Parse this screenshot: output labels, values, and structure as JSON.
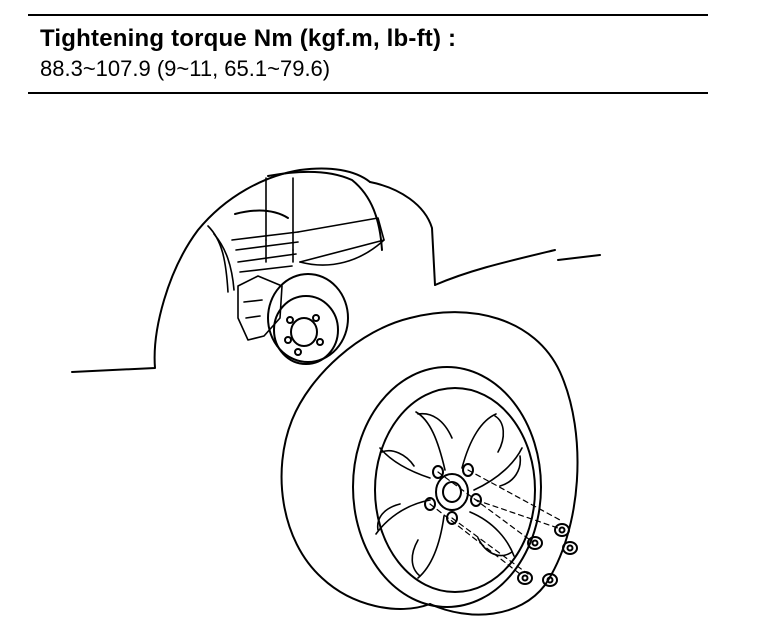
{
  "spec": {
    "title": "Tightening torque Nm (kgf.m, lb-ft) :",
    "value": "88.3~107.9 (9~11, 65.1~79.6)"
  },
  "figure": {
    "subject": "wheel-installation-illustration",
    "lug_nut_count": 5
  }
}
